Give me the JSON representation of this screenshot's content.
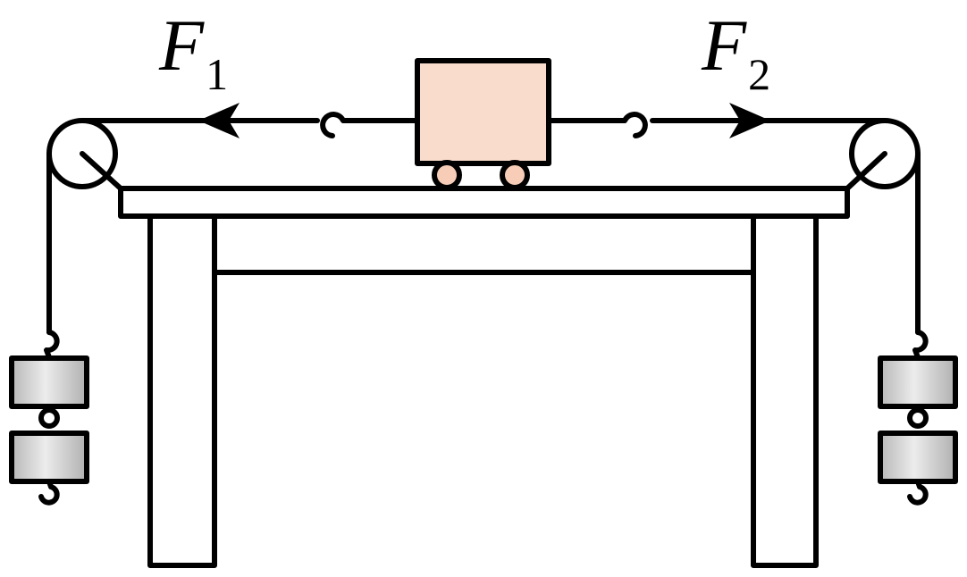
{
  "labels": {
    "force_left": {
      "main": "F",
      "sub": "1"
    },
    "force_right": {
      "main": "F",
      "sub": "2"
    }
  },
  "colors": {
    "cart_fill": "#f9dccb",
    "wheel_fill": "#f7cdb7",
    "weight_fill_light": "#ececec",
    "weight_fill_dark": "#b8b8b8",
    "stroke": "#000000"
  }
}
